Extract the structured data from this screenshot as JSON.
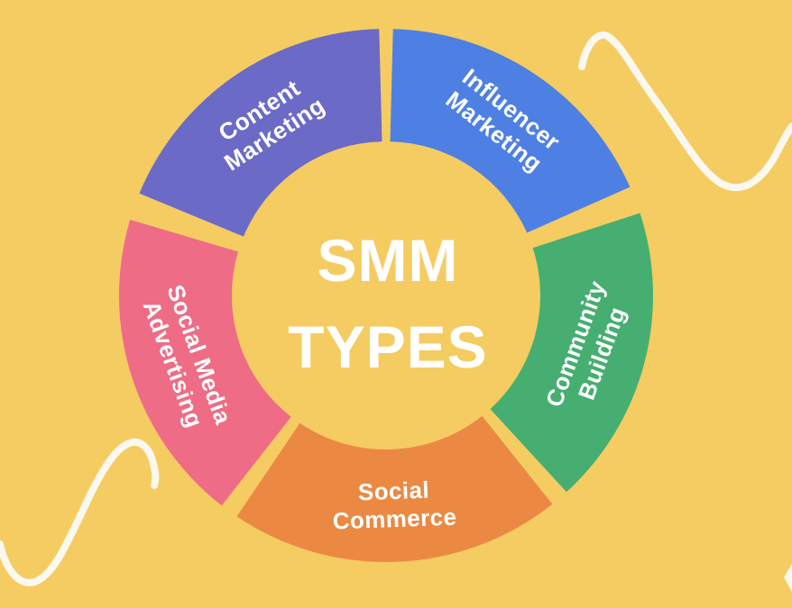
{
  "diagram": {
    "title": "SMM TYPES",
    "center_title": [
      "SMM",
      "TYPES"
    ],
    "background_color": "#F5CC62",
    "label_text_color": "#FFFFFF",
    "decoration_color": "#FBF8EF",
    "type": "donut-cycle",
    "segments": [
      {
        "name": "content-marketing",
        "lines": [
          "Content",
          "Marketing"
        ],
        "color": "#6B6AC7",
        "start_angle": 91.5,
        "end_angle": 157.5,
        "label_rotation": -33
      },
      {
        "name": "influencer-marketing",
        "lines": [
          "Influencer",
          "Marketing"
        ],
        "color": "#4E80E3",
        "start_angle": 24,
        "end_angle": 88.5,
        "label_rotation": 38
      },
      {
        "name": "community-building",
        "lines": [
          "Community",
          "Building"
        ],
        "color": "#46AE71",
        "start_angle": -47.5,
        "end_angle": 18,
        "label_rotation": -70
      },
      {
        "name": "social-commerce",
        "lines": [
          "Social",
          "Commerce"
        ],
        "color": "#EB8943",
        "start_angle": -124,
        "end_angle": -51.5,
        "label_rotation": -2
      },
      {
        "name": "social-media-advertising",
        "lines": [
          "Social Media",
          "Advertising"
        ],
        "color": "#EE6C86",
        "start_angle": -196.5,
        "end_angle": -128,
        "label_rotation": 70
      }
    ]
  }
}
